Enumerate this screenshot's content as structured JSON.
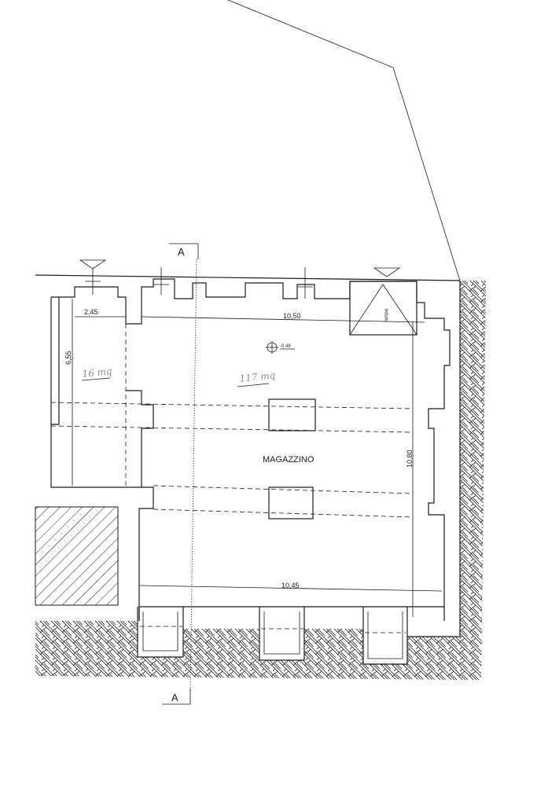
{
  "section_marks": {
    "top": "A",
    "bottom": "A"
  },
  "dimensions": {
    "small_room_width": "2,45",
    "small_room_height": "6,55",
    "main_width_top": "10,50",
    "main_height": "10,80",
    "main_width_bottom": "10,45"
  },
  "level_mark": "-0.49",
  "room_label": "MAGAZZINO",
  "ramp_label": "rampa",
  "handwritten_areas": {
    "small_room": "16 mq",
    "main_room": "117 mq"
  },
  "colors": {
    "line": "#1a1a1a",
    "pencil": "#8a8f96"
  }
}
